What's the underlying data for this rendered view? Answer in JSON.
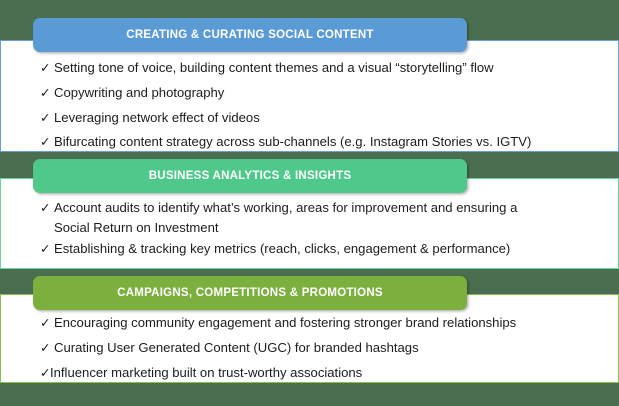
{
  "slide": {
    "background_color": "#4a6e4f",
    "panel_background": "#ffffff"
  },
  "sections": [
    {
      "id": "creating-curating-social-content",
      "header": "CREATING & CURATING SOCIAL CONTENT",
      "header_color": "#5b9bd5",
      "border_color": "#6a9fd8",
      "bullet_icon": "check-icon",
      "bullets": [
        "Setting tone of voice, building content themes and a visual “storytelling” flow",
        "Copywriting and photography",
        "Leveraging network effect of videos",
        "Bifurcating content strategy across sub-channels (e.g. Instagram Stories vs. IGTV)"
      ]
    },
    {
      "id": "business-analytics-insights",
      "header": "BUSINESS ANALYTICS & INSIGHTS",
      "header_color": "#4fc98a",
      "border_color": "#66d69b",
      "bullet_icon": "check-icon",
      "bullets": [
        "Account audits to identify what’s working, areas for improvement and ensuring a\nSocial Return on Investment",
        "Establishing & tracking key metrics (reach, clicks, engagement & performance)"
      ]
    },
    {
      "id": "campaigns-competitions-promotions",
      "header": "CAMPAIGNS, COMPETITIONS & PROMOTIONS",
      "header_color": "#7bb03f",
      "border_color": "#8cc152",
      "bullet_icon": "check-icon",
      "bullets": [
        "Encouraging community engagement and fostering stronger brand relationships",
        "Curating User Generated Content (UGC) for branded hashtags",
        "Influencer marketing built on trust-worthy associations"
      ]
    }
  ],
  "icons": {
    "check": "✓"
  }
}
